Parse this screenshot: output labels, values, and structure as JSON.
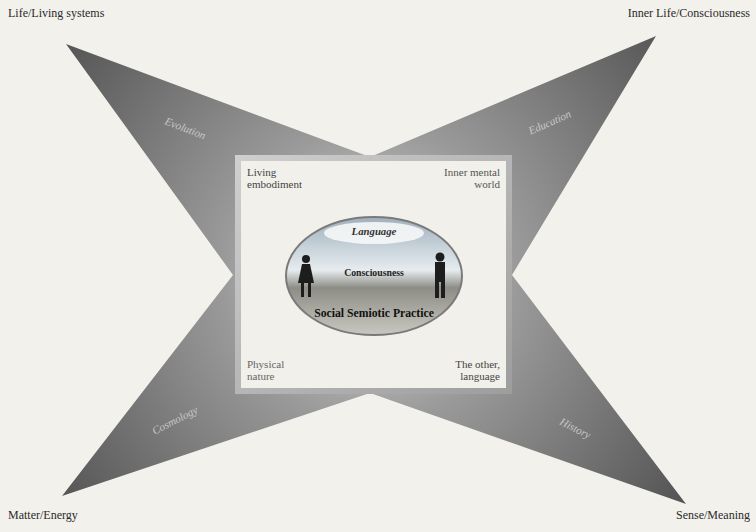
{
  "diagram": {
    "nodes": [
      {
        "text": [
          "Living embodiment",
          "Inner mental world",
          "Physical nature",
          "The other, language"
        ]
      },
      {
        "text": [
          "Language",
          "Consciousness",
          "Social Semiotic Practice"
        ],
        "in": 0
      }
    ],
    "labels": [
      "Life/Living systems",
      "Inner Life/Consciousness",
      "Matter/Energy",
      "Sense/Meaning",
      "Evolution",
      "Education",
      "Cosmology",
      "History"
    ]
  }
}
